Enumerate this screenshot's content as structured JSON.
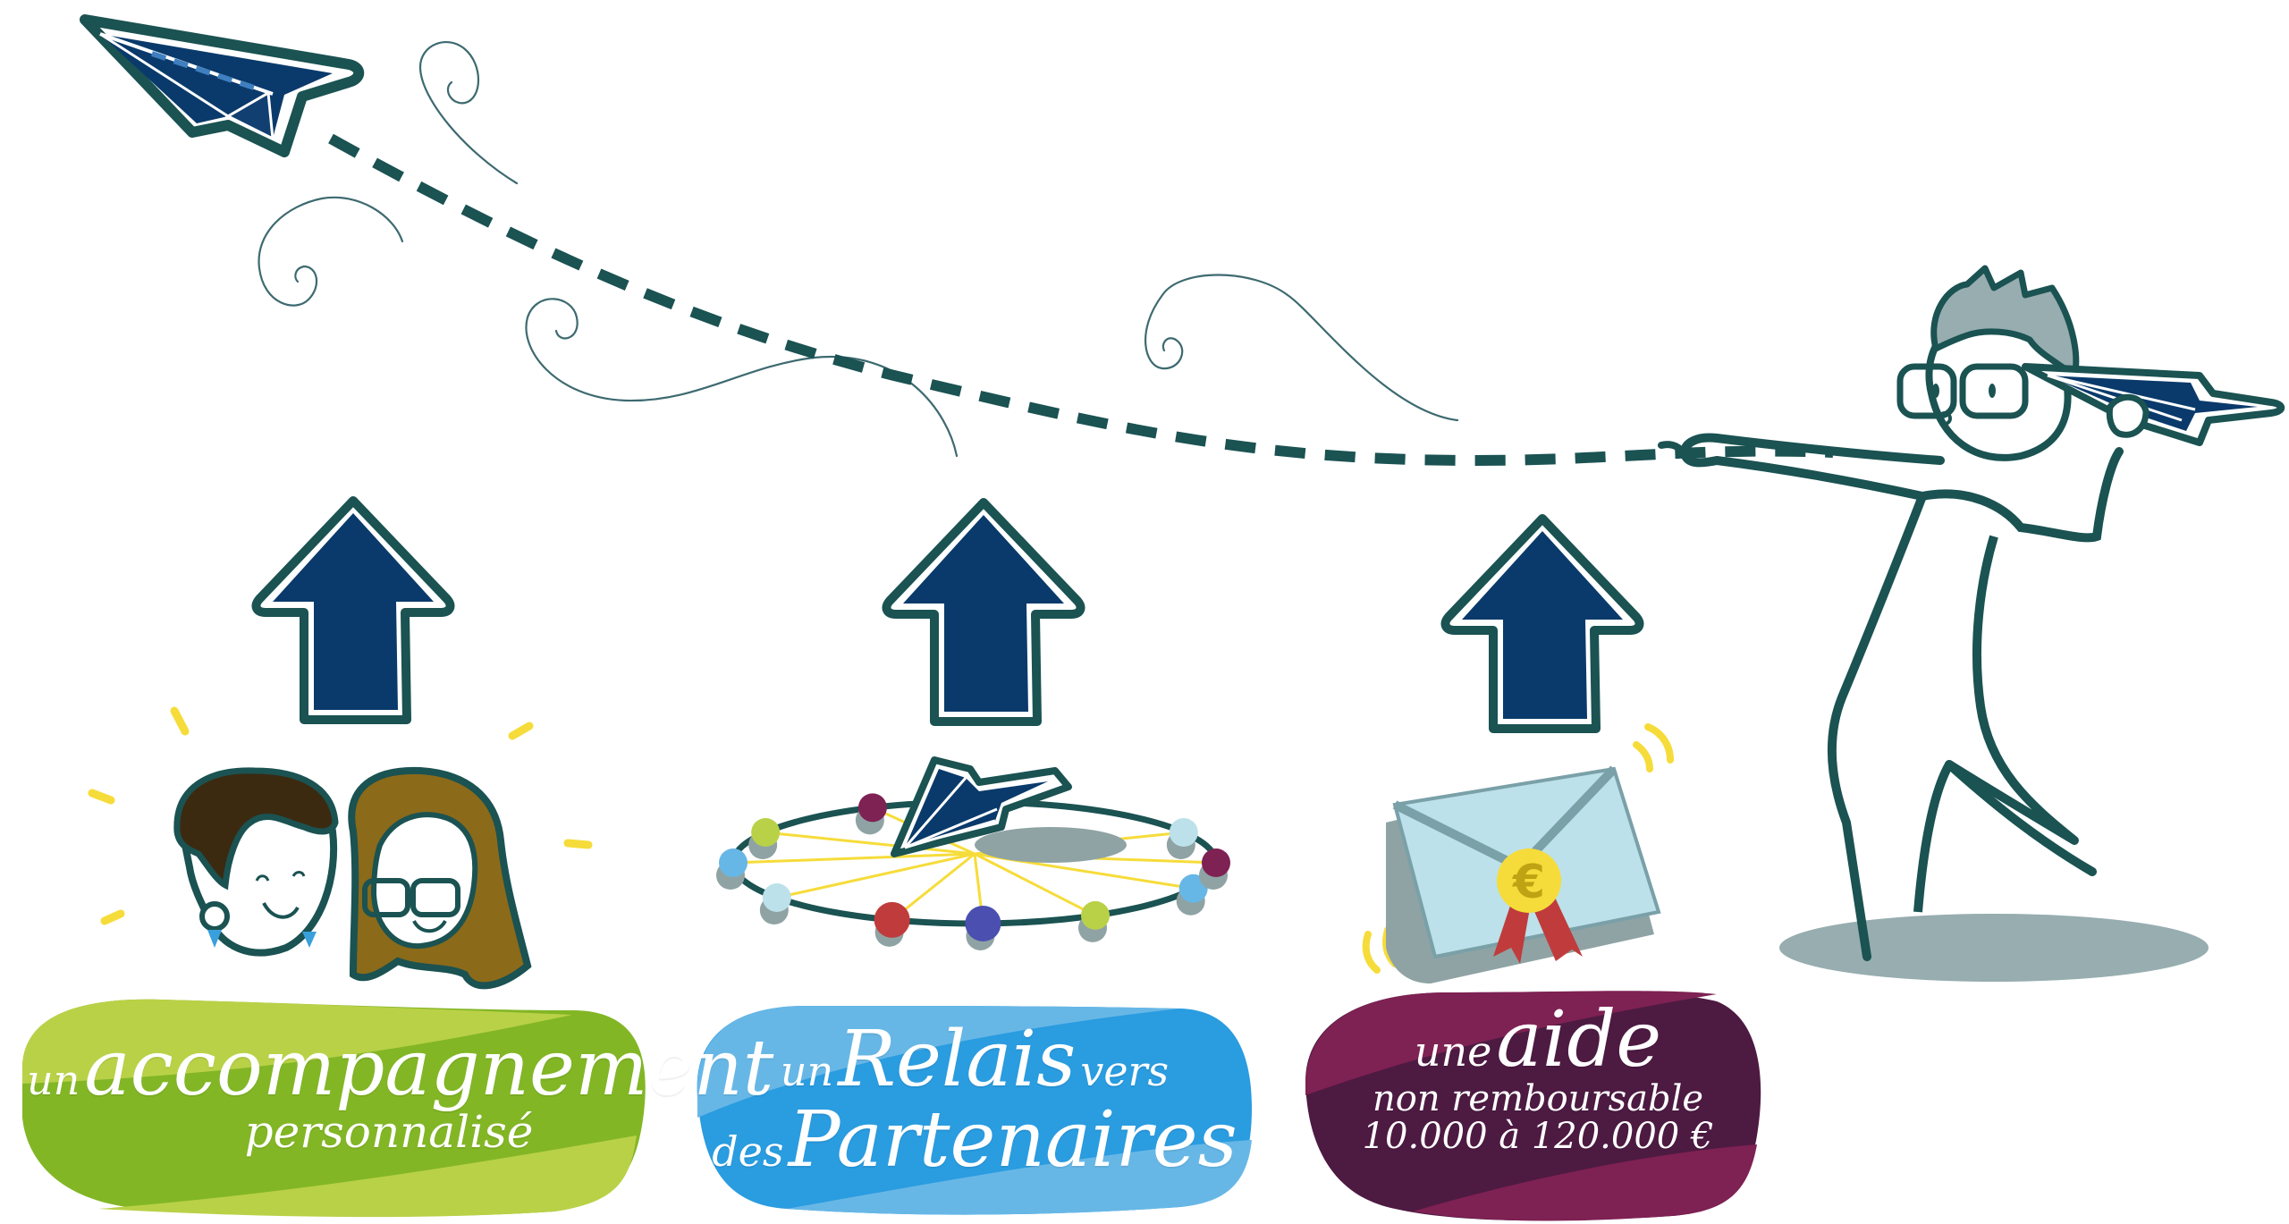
{
  "colors": {
    "outline": "#1b5252",
    "navy": "#0a3a6b",
    "navy_light": "#2f6fa8",
    "wind": "#3d6a70",
    "green_dark": "#82b625",
    "green_light": "#b9d147",
    "blue_dark": "#2a9ce0",
    "blue_light": "#67b7e6",
    "plum_dark": "#4d1a42",
    "plum_light": "#7e2153",
    "yellow": "#f6dc3a",
    "grey_shadow": "#8fa3a4",
    "hair_grey": "#97adb0",
    "envelope": "#bce1ea",
    "ribbon": "#c03c3c"
  },
  "benefits": [
    {
      "id": "accompagnement",
      "icon": "two-advisors-faces-icon",
      "lines": [
        {
          "small": "un",
          "big": "accompagnement"
        },
        {
          "mid": "personnalisé"
        }
      ]
    },
    {
      "id": "relais",
      "icon": "partner-network-icon",
      "lines": [
        {
          "small": "un",
          "big": "Relais",
          "small2": "vers"
        },
        {
          "small": "des",
          "big": "Partenaires"
        }
      ]
    },
    {
      "id": "aide",
      "icon": "euro-envelope-icon",
      "lines": [
        {
          "small": "une",
          "big": "aide"
        },
        {
          "mid": "non remboursable"
        },
        {
          "mid": "10.000 à 120.000 €"
        }
      ]
    }
  ],
  "network_nodes": [
    "#b9d147",
    "#7e2153",
    "#67b7e6",
    "#bce1ea",
    "#c03c3c",
    "#4a4fb0",
    "#b9d147",
    "#67b7e6",
    "#7e2153",
    "#bce1ea"
  ]
}
